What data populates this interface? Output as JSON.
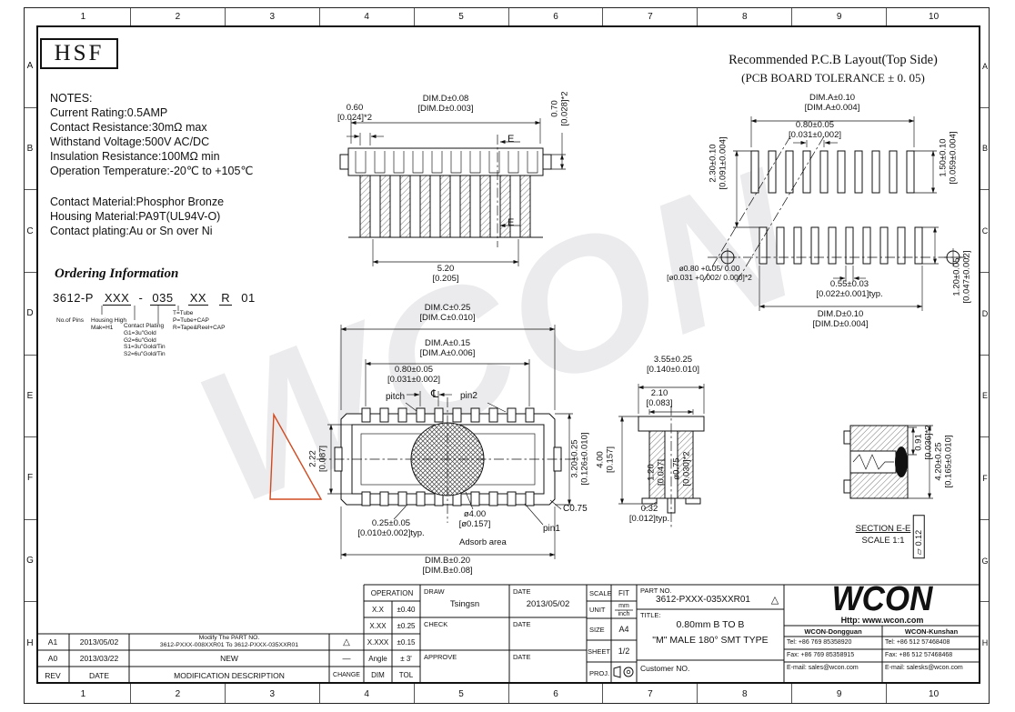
{
  "frame": {
    "columns": [
      "1",
      "2",
      "3",
      "4",
      "5",
      "6",
      "7",
      "8",
      "9",
      "10"
    ],
    "rows": [
      "A",
      "B",
      "C",
      "D",
      "E",
      "F",
      "G",
      "H"
    ]
  },
  "header": {
    "logo": "HSF",
    "pcb_title": "Recommended P.C.B Layout(Top Side)",
    "pcb_tolerance": "(PCB BOARD TOLERANCE ± 0. 05)"
  },
  "watermark": "WCON",
  "notes": {
    "heading": "NOTES:",
    "electrical": [
      "Current  Rating:0.5AMP",
      "Contact  Resistance:30mΩ  max",
      "Withstand  Voltage:500V  AC/DC",
      "Insulation  Resistance:100MΩ  min",
      "Operation  Temperature:-20℃  to  +105℃"
    ],
    "materials": [
      "Contact  Material:Phosphor  Bronze",
      "Housing  Material:PA9T(UL94V-O)",
      "Contact  plating:Au  or  Sn  over  Ni"
    ]
  },
  "ordering": {
    "heading": "Ordering Information",
    "code": {
      "base": "3612-P",
      "pins": "XXX",
      "sep": "-",
      "housing": "035",
      "plating": "XX",
      "packing": "R",
      "suffix": "01"
    },
    "legend": {
      "pins": "No.of Pins",
      "housing": [
        "Housing High",
        "Mak=H1"
      ],
      "plating": [
        "Contact Plating",
        "G1=3u\"Gold",
        "G2=6u\"Gold",
        "S1=3u\"Gold/Tin",
        "S2=6u\"Gold/Tin"
      ],
      "packing": [
        "T=Tube",
        "P=Tube+CAP",
        "R=Tape&Reel+CAP"
      ]
    }
  },
  "views": {
    "front": {
      "dim_d": {
        "m": "DIM.D±0.08",
        "i": "[DIM.D±0.003]"
      },
      "w060": {
        "m": "0.60",
        "i": "[0.024]*2"
      },
      "h070": {
        "m": "0.70",
        "i": "[0.028]*2"
      },
      "w520": {
        "m": "5.20",
        "i": "[0.205]"
      },
      "section_mark": "E"
    },
    "pcb": {
      "dim_a": {
        "m": "DIM.A±0.10",
        "i": "[DIM.A±0.004]"
      },
      "p080": {
        "m": "0.80±0.05",
        "i": "[0.031±0.002]"
      },
      "g230": {
        "m": "2.30±0.10",
        "i": "[0.091±0.004]"
      },
      "h150": {
        "m": "1.50±0.10",
        "i": "[0.059±0.004]"
      },
      "hole": {
        "m": "ø0.80 +0.05/ 0.00",
        "i": "[ø0.031 +0.002/ 0.000]*2"
      },
      "w055": {
        "m": "0.55±0.03",
        "i": "[0.022±0.001]typ."
      },
      "h120": {
        "m": "1.20±0.05",
        "i": "[0.047±0.002]"
      },
      "dim_d": {
        "m": "DIM.D±0.10",
        "i": "[DIM.D±0.004]"
      }
    },
    "top": {
      "dim_c": {
        "m": "DIM.C±0.25",
        "i": "[DIM.C±0.010]"
      },
      "dim_a": {
        "m": "DIM.A±0.15",
        "i": "[DIM.A±0.006]"
      },
      "p080": {
        "m": "0.80±0.05",
        "i": "[0.031±0.002]"
      },
      "pitch": "pitch",
      "centerline": "℄",
      "pin2": "pin2",
      "h222": {
        "m": "2.22",
        "i": "[0.087]"
      },
      "w320": {
        "m": "3.20±0.25",
        "i": "[0.126±0.010]"
      },
      "chamfer": "C0.75",
      "pin1": "pin1",
      "adsorb_dia": {
        "m": "ø4.00",
        "i": "[ø0.157]"
      },
      "adsorb": "Adsorb area",
      "c025": {
        "m": "0.25±0.05",
        "i": "[0.010±0.002]typ."
      },
      "dim_b": {
        "m": "DIM.B±0.20",
        "i": "[DIM.B±0.08]"
      }
    },
    "side": {
      "w355": {
        "m": "3.55±0.25",
        "i": "[0.140±0.010]"
      },
      "w210": {
        "m": "2.10",
        "i": "[0.083]"
      },
      "h400": {
        "m": "4.00",
        "i": "[0.157]"
      },
      "h120": {
        "m": "1.20",
        "i": "[0.047]"
      },
      "d075": {
        "m": "ø0.75",
        "i": "[0.030]*2"
      },
      "f032": {
        "m": "0.32",
        "i": "[0.012]typ."
      }
    },
    "section": {
      "d091": {
        "m": "0.91",
        "i": "[0.036]*2"
      },
      "d420": {
        "m": "4.20±0.25",
        "i": "[0.165±0.010]"
      },
      "title": "SECTION E-E",
      "scale": "SCALE 1:1",
      "flatness": "0.12"
    }
  },
  "title_block": {
    "revisions": {
      "headers": [
        "REV",
        "DATE",
        "MODIFICATION DESCRIPTION",
        "CHANGE"
      ],
      "rows": [
        {
          "rev": "A1",
          "date": "2013/05/02",
          "desc_line1": "Modify The PART NO.",
          "desc_line2": "3612-PXXX-008XXR01 To 3612-PXXX-035XXR01",
          "change": "△"
        },
        {
          "rev": "A0",
          "date": "2013/03/22",
          "desc_line1": "NEW",
          "desc_line2": "",
          "change": "—"
        }
      ]
    },
    "tolerances": {
      "title": "OPERATION",
      "rows": [
        {
          "dim": "X.X",
          "tol": "±0.40"
        },
        {
          "dim": "X.XX",
          "tol": "±0.25"
        },
        {
          "dim": "X.XXX",
          "tol": "±0.15"
        },
        {
          "dim": "Angle",
          "tol": "± 3'"
        }
      ],
      "footer_dim": "DIM",
      "footer_tol": "TOL"
    },
    "signoff": {
      "draw_label": "DRAW",
      "draw_value": "Tsingsn",
      "date_label": "DATE",
      "draw_date": "2013/05/02",
      "check_label": "CHECK",
      "approve_label": "APPROVE"
    },
    "format": {
      "scale_label": "SCALE",
      "scale_value": "FIT",
      "unit_label": "UNIT",
      "unit_mm": "mm",
      "unit_inch": "inch",
      "size_label": "SIZE",
      "size_value": "A4",
      "sheet_label": "SHEET",
      "sheet_value": "1/2",
      "proj_label": "PROJ."
    },
    "part": {
      "part_no_label": "PART NO.",
      "part_no": "3612-PXXX-035XXR01",
      "rev_mark": "△",
      "title_label": "TITLE:",
      "title_line1": "0.80mm B TO B",
      "title_line2": "\"M\" MALE 180° SMT TYPE",
      "customer_label": "Customer NO."
    },
    "company": {
      "logo": "WCON",
      "website": "Http: www.wcon.com",
      "offices": [
        {
          "name": "WCON-Dongguan",
          "tel": "Tel: +86 769 85358920",
          "fax": "Fax: +86 769 85358915",
          "email": "E-mail: sales@wcon.com"
        },
        {
          "name": "WCON-Kunshan",
          "tel": "Tel: +86 512 57468408",
          "fax": "Fax: +86 512 57468468",
          "email": "E-mail: salesks@wcon.com"
        }
      ]
    }
  }
}
